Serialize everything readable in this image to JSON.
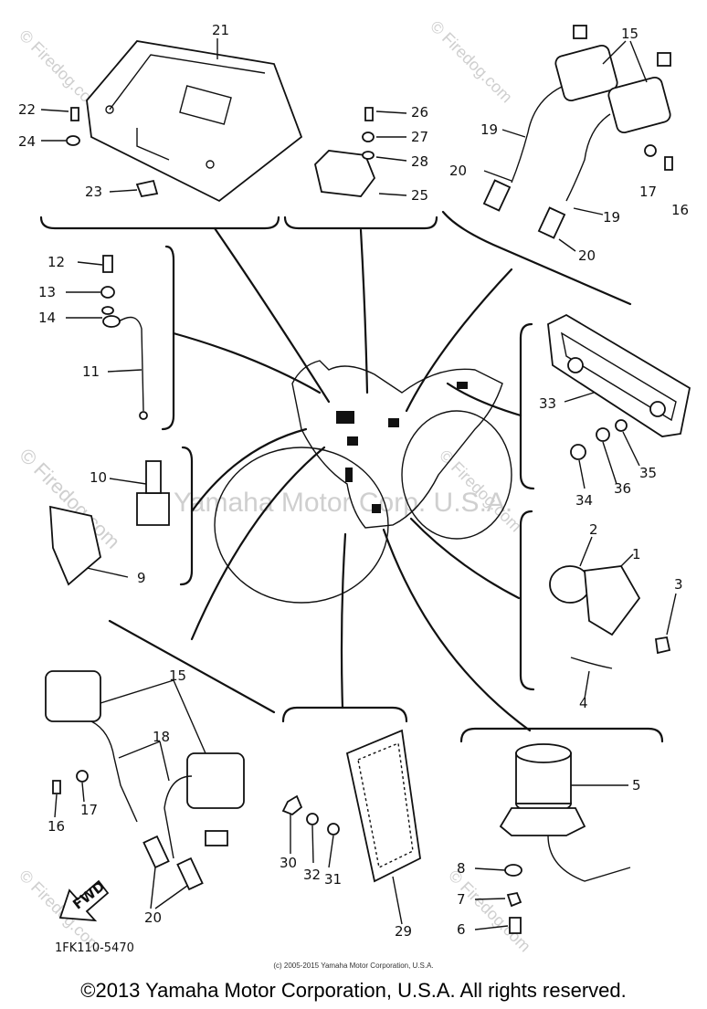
{
  "labels": {
    "l1": "1",
    "l2": "2",
    "l3": "3",
    "l4": "4",
    "l5": "5",
    "l6": "6",
    "l7": "7",
    "l8": "8",
    "l9": "9",
    "l10": "10",
    "l11": "11",
    "l12": "12",
    "l13": "13",
    "l14": "14",
    "l15a": "15",
    "l15b": "15",
    "l16a": "16",
    "l16b": "16",
    "l17a": "17",
    "l17b": "17",
    "l18": "18",
    "l19a": "19",
    "l19b": "19",
    "l20a": "20",
    "l20b": "20",
    "l20c": "20",
    "l21": "21",
    "l22": "22",
    "l23": "23",
    "l24": "24",
    "l25": "25",
    "l26": "26",
    "l27": "27",
    "l28": "28",
    "l29": "29",
    "l30": "30",
    "l31": "31",
    "l32": "32",
    "l33": "33",
    "l34": "34",
    "l35": "35",
    "l36": "36"
  },
  "fwd_label": "FWD",
  "part_code": "1FK110-5470",
  "watermark_center": "Yamaha Motor Corp. U.S.A.",
  "watermark_site": "© Firedog.com",
  "small_copyright": "(c) 2005-2015 Yamaha Motor Corporation, U.S.A.",
  "footer": "©2013 Yamaha Motor Corporation, U.S.A. All rights reserved."
}
